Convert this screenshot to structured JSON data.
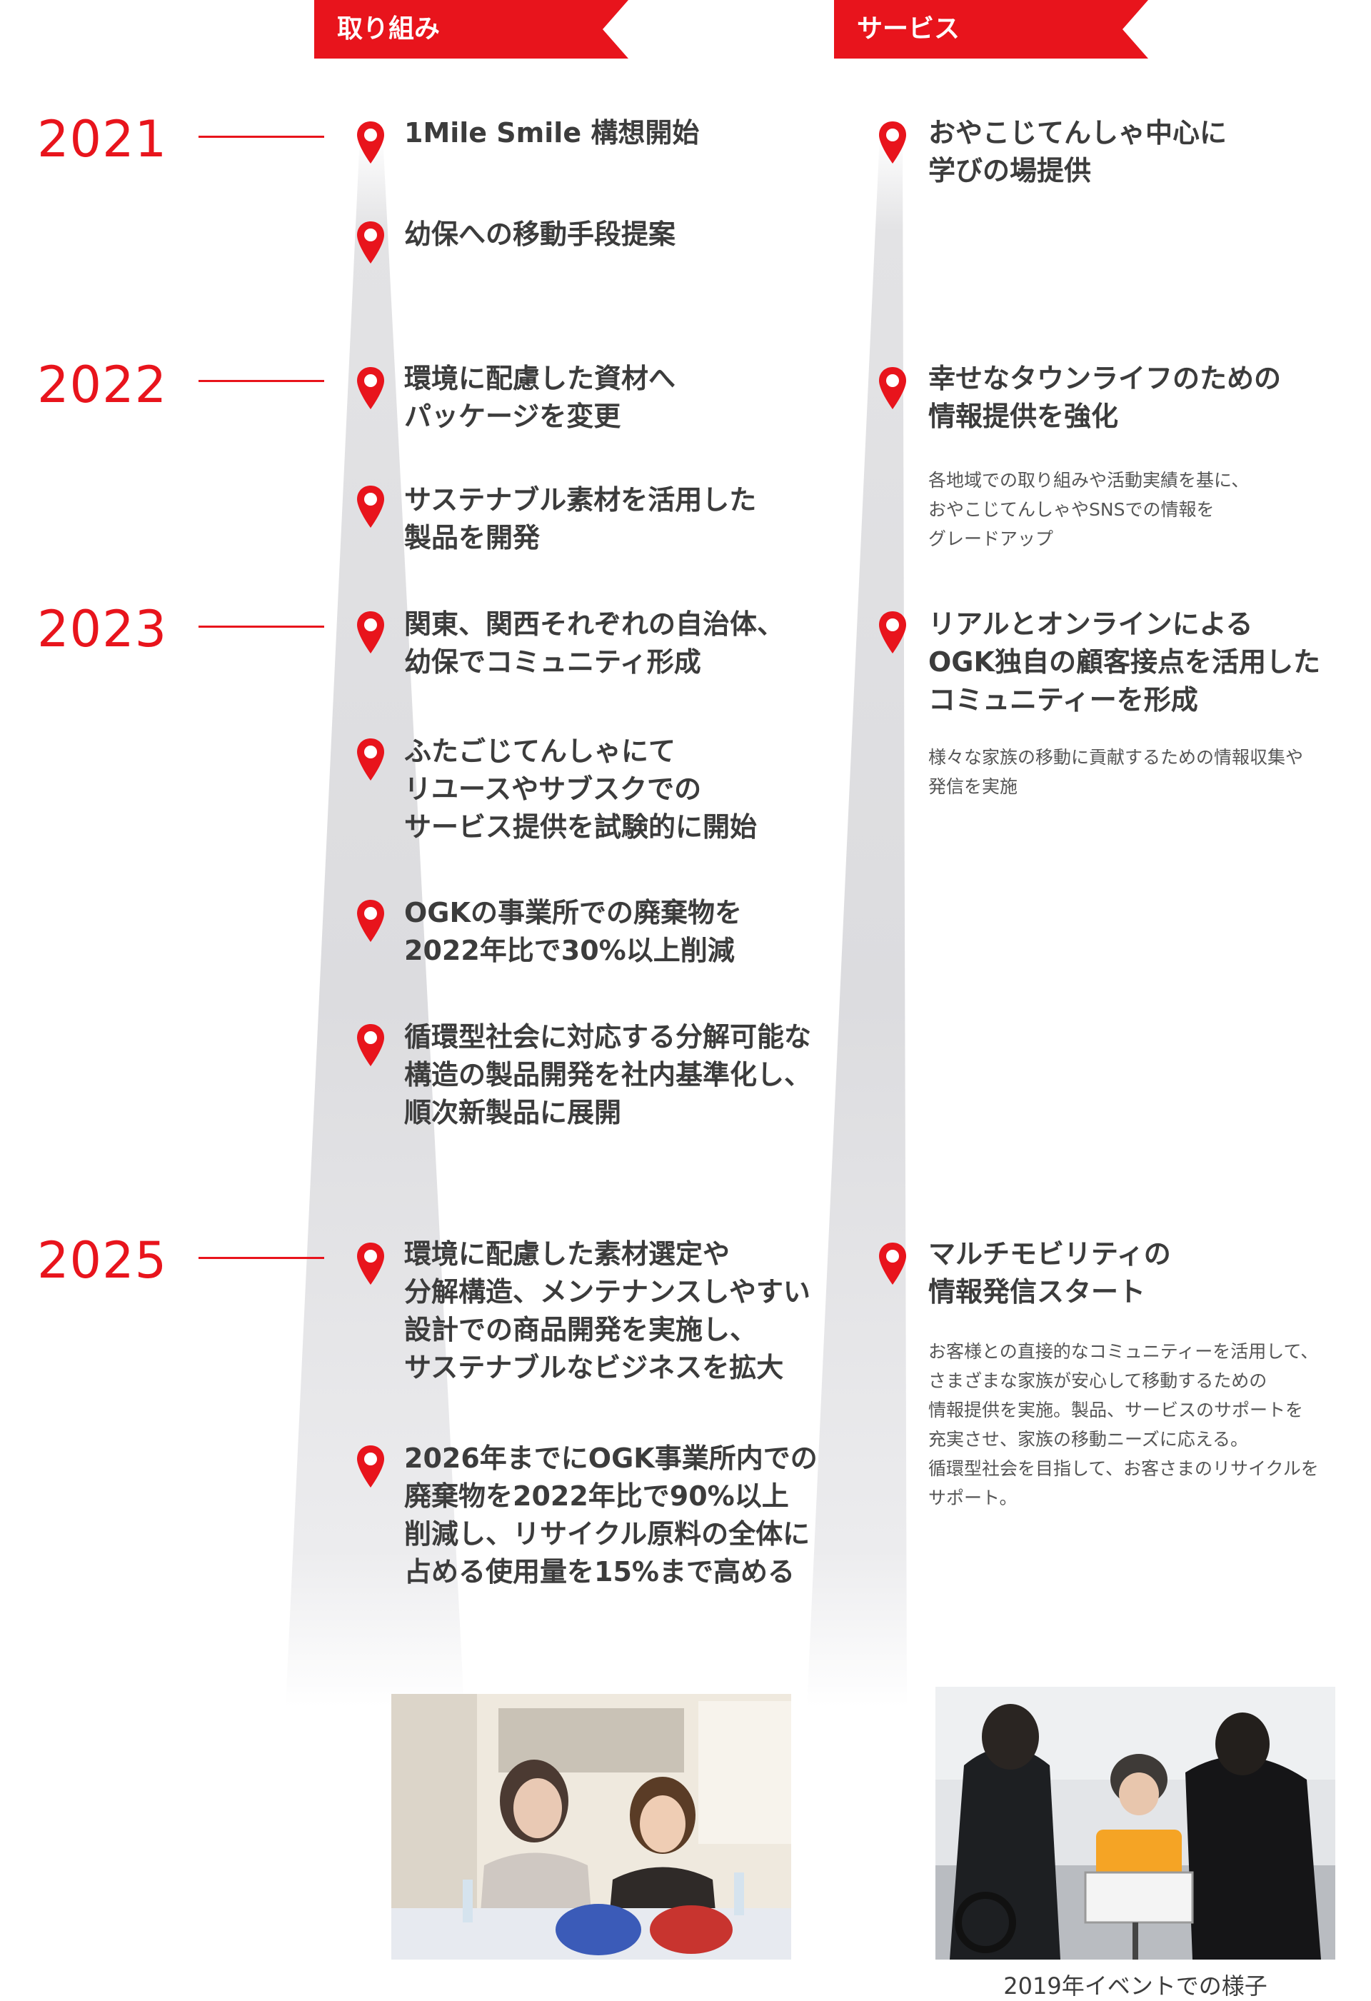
{
  "headers": {
    "left": "取り組み",
    "right": "サービス"
  },
  "years": [
    "2021",
    "2022",
    "2023",
    "2025"
  ],
  "left_items": [
    "1Mile Smile 構想開始",
    "幼保への移動手段提案",
    "環境に配慮した資材へ\nパッケージを変更",
    "サステナブル素材を活用した\n製品を開発",
    "関東、関西それぞれの自治体、\n幼保でコミュニティ形成",
    "ふたごじてんしゃにて\nリユースやサブスクでの\nサービス提供を試験的に開始",
    "OGKの事業所での廃棄物を\n2022年比で30%以上削減",
    "循環型社会に対応する分解可能な\n構造の製品開発を社内基準化し、\n順次新製品に展開",
    "環境に配慮した素材選定や\n分解構造、メンテナンスしやすい\n設計での商品開発を実施し、\nサステナブルなビジネスを拡大",
    "2026年までにOGK事業所内での\n廃棄物を2022年比で90%以上\n削減し、リサイクル原料の全体に\n占める使用量を15%まで高める"
  ],
  "right_items": [
    {
      "title": "おやこじてんしゃ中心に\n学びの場提供",
      "desc": ""
    },
    {
      "title": "幸せなタウンライフのための\n情報提供を強化",
      "desc": "各地域での取り組みや活動実績を基に、\nおやこじてんしゃやSNSでの情報を\nグレードアップ"
    },
    {
      "title": "リアルとオンラインによる\nOGK独自の顧客接点を活用した\nコミュニティーを形成",
      "desc": "様々な家族の移動に貢献するための情報収集や\n発信を実施"
    },
    {
      "title": "マルチモビリティの\n情報発信スタート",
      "desc": "お客様との直接的なコミュニティーを活用して、\nさまざまな家族が安心して移動するための\n情報提供を実施。製品、サービスのサポートを\n充実させ、家族の移動ニーズに応える。\n循環型社会を目指して、お客さまのリサイクルを\nサポート。"
    }
  ],
  "caption": "2019年イベントでの様子",
  "colors": {
    "accent": "#e8141c",
    "text": "#3c3c3c",
    "beam": "#d9d9db"
  },
  "icons": {
    "marker": "map-pin-icon"
  }
}
